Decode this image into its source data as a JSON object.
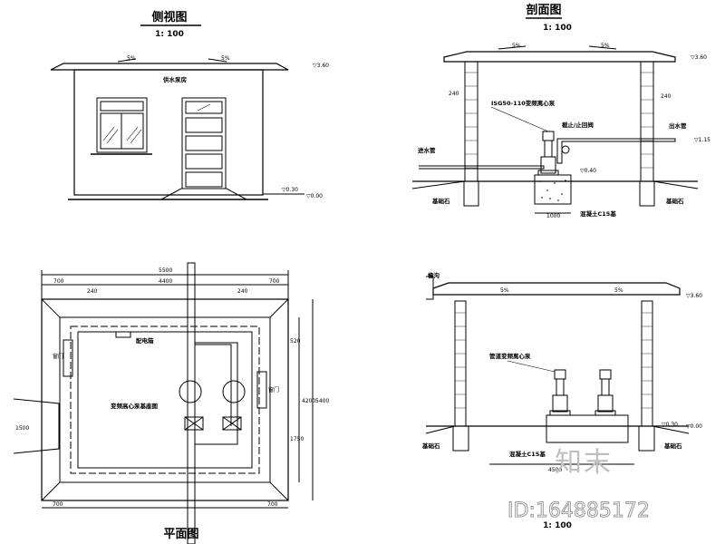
{
  "side_elevation": {
    "title": "侧视图",
    "scale": "1: 100",
    "slope_left": "5%",
    "slope_right": "5%",
    "level_top": "▽3.60",
    "level_ground": "▽0.00",
    "level_plinth": "▽0.30",
    "wall_text": "供水泵房"
  },
  "section_a": {
    "title": "剖面图",
    "scale": "1: 100",
    "slope_left": "5%",
    "slope_right": "5%",
    "level_top": "▽3.60",
    "level_pipe": "▽1.15",
    "level_floor": "▽0.40",
    "wall_left": "240",
    "wall_right": "240",
    "pump_label": "ISG50-110变频离心泵",
    "valve_label": "截止/止回阀",
    "pipe_out": "出水管",
    "pipe_in": "进水管",
    "base_left": "基础石",
    "base_right": "基础石",
    "concrete": "混凝土C15基",
    "dim_base": "1000"
  },
  "plan": {
    "title": "平面图",
    "dim_total": "5500",
    "dim_inner": "4400",
    "dim_700a": "700",
    "dim_700b": "700",
    "dim_700c": "700",
    "dim_700d": "700",
    "dim_240a": "240",
    "dim_240b": "240",
    "dim_right_a": "520",
    "dim_right_b": "4200",
    "dim_right_c": "5400",
    "dim_right_d": "1750",
    "dim_left": "1500",
    "label_board": "配电箱",
    "label_pump": "变频高心泵基座图",
    "label_side_a": "窗门",
    "label_side_b": "窗门"
  },
  "section_b": {
    "title": "",
    "scale": "1: 100",
    "slope_left": "5%",
    "slope_right": "5%",
    "level_top": "▽3.60",
    "level_ground": "▽0.00",
    "level_side": "▽0.30",
    "gutter": "檐沟",
    "pump_label": "管道变频离心泵",
    "base_left": "基础石",
    "base_right": "基础石",
    "concrete": "混凝土C15基",
    "dim_bottom": "4500"
  },
  "watermark": {
    "logo": "知末",
    "id": "ID:164885172"
  }
}
